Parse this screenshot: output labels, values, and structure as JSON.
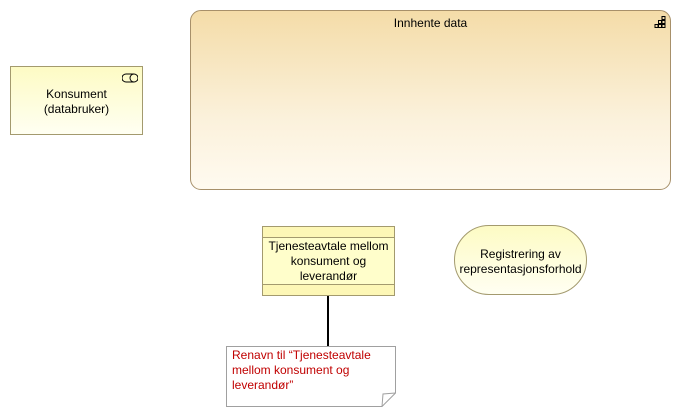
{
  "diagram": {
    "role": {
      "line1": "Konsument",
      "line2": "(databruker)",
      "icon": "business-role-icon"
    },
    "process": {
      "title": "Innhente data",
      "icon": "process-group-icon"
    },
    "contract": {
      "line1": "Tjenesteavtale mellom",
      "line2": "konsument og",
      "line3": "leverandør"
    },
    "service": {
      "line1": "Registrering av",
      "line2": "representasjonsforhold"
    },
    "note": {
      "line1": "Renavn til “Tjenesteavtale",
      "line2": "mellom konsument og",
      "line3": "leverandør”"
    }
  },
  "colors": {
    "note_text": "#c00000",
    "element_fill": "#fffecb",
    "process_fill": "#f4dca8",
    "border": "#a39a6e"
  }
}
